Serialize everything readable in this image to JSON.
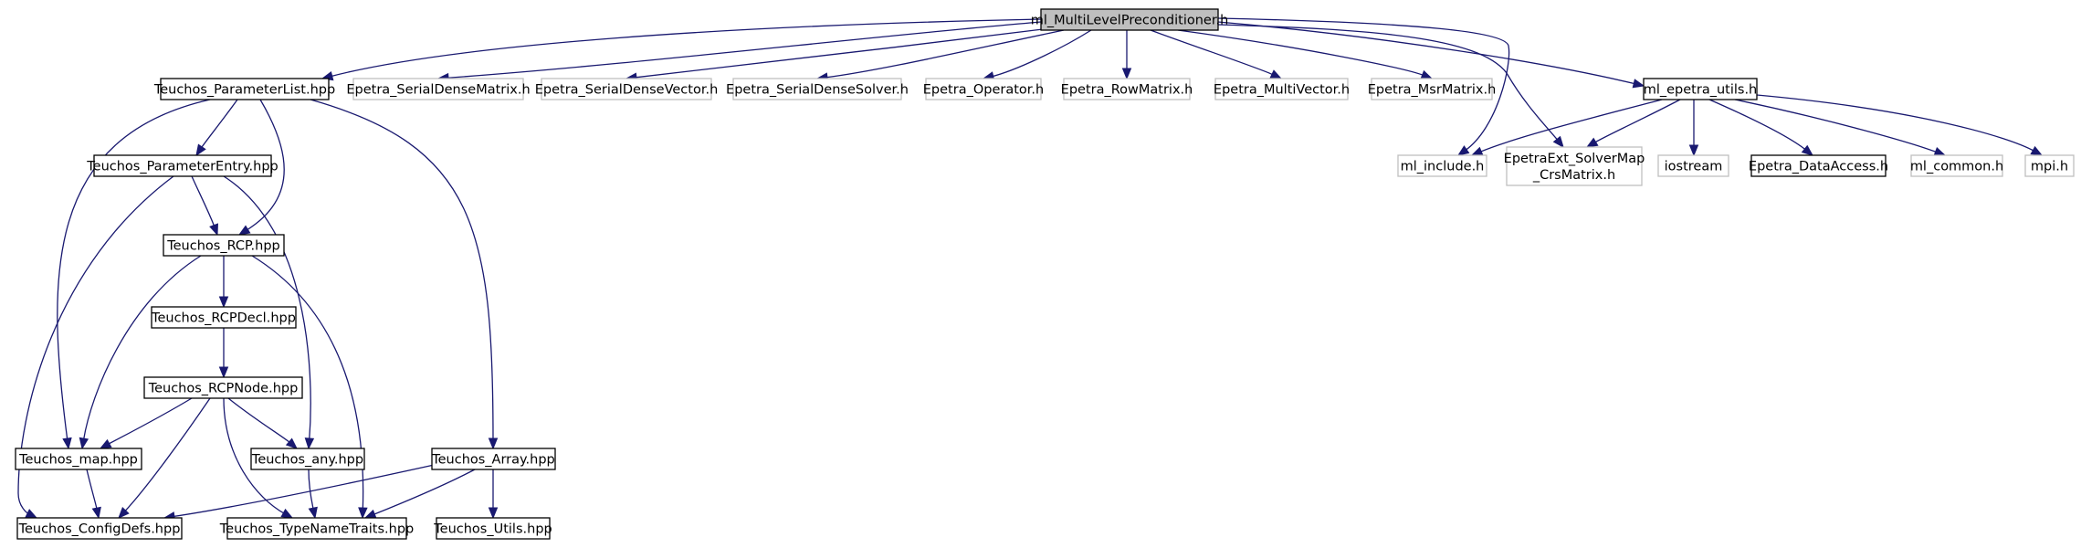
{
  "diagram": {
    "title": "ml_MultiLevelPreconditioner.h",
    "colors": {
      "edge": "#191970",
      "root_fill": "#bfbfbf",
      "documented_border": "#000000",
      "external_border": "#bfbfbf"
    },
    "nodes": [
      {
        "id": "root",
        "kind": "root",
        "lines": [
          "ml_MultiLevelPreconditioner.h"
        ]
      },
      {
        "id": "tpl",
        "kind": "doc",
        "lines": [
          "Teuchos_ParameterList.hpp"
        ]
      },
      {
        "id": "sdm",
        "kind": "ext",
        "lines": [
          "Epetra_SerialDenseMatrix.h"
        ]
      },
      {
        "id": "sdv",
        "kind": "ext",
        "lines": [
          "Epetra_SerialDenseVector.h"
        ]
      },
      {
        "id": "sds",
        "kind": "ext",
        "lines": [
          "Epetra_SerialDenseSolver.h"
        ]
      },
      {
        "id": "op",
        "kind": "ext",
        "lines": [
          "Epetra_Operator.h"
        ]
      },
      {
        "id": "rm",
        "kind": "ext",
        "lines": [
          "Epetra_RowMatrix.h"
        ]
      },
      {
        "id": "mv",
        "kind": "ext",
        "lines": [
          "Epetra_MultiVector.h"
        ]
      },
      {
        "id": "msr",
        "kind": "ext",
        "lines": [
          "Epetra_MsrMatrix.h"
        ]
      },
      {
        "id": "meu",
        "kind": "doc",
        "lines": [
          "ml_epetra_utils.h"
        ]
      },
      {
        "id": "mli",
        "kind": "ext",
        "lines": [
          "ml_include.h"
        ]
      },
      {
        "id": "esm",
        "kind": "ext",
        "lines": [
          "EpetraExt_SolverMap",
          "_CrsMatrix.h"
        ]
      },
      {
        "id": "ios",
        "kind": "ext",
        "lines": [
          "iostream"
        ]
      },
      {
        "id": "eda",
        "kind": "doc",
        "lines": [
          "Epetra_DataAccess.h"
        ]
      },
      {
        "id": "mlc",
        "kind": "ext",
        "lines": [
          "ml_common.h"
        ]
      },
      {
        "id": "mpi",
        "kind": "ext",
        "lines": [
          "mpi.h"
        ]
      },
      {
        "id": "tpe",
        "kind": "doc",
        "lines": [
          "Teuchos_ParameterEntry.hpp"
        ]
      },
      {
        "id": "rcp",
        "kind": "doc",
        "lines": [
          "Teuchos_RCP.hpp"
        ]
      },
      {
        "id": "rcpd",
        "kind": "doc",
        "lines": [
          "Teuchos_RCPDecl.hpp"
        ]
      },
      {
        "id": "rcpn",
        "kind": "doc",
        "lines": [
          "Teuchos_RCPNode.hpp"
        ]
      },
      {
        "id": "map",
        "kind": "doc",
        "lines": [
          "Teuchos_map.hpp"
        ]
      },
      {
        "id": "any",
        "kind": "doc",
        "lines": [
          "Teuchos_any.hpp"
        ]
      },
      {
        "id": "arr",
        "kind": "doc",
        "lines": [
          "Teuchos_Array.hpp"
        ]
      },
      {
        "id": "cfg",
        "kind": "doc",
        "lines": [
          "Teuchos_ConfigDefs.hpp"
        ]
      },
      {
        "id": "tnt",
        "kind": "doc",
        "lines": [
          "Teuchos_TypeNameTraits.hpp"
        ]
      },
      {
        "id": "utl",
        "kind": "doc",
        "lines": [
          "Teuchos_Utils.hpp"
        ]
      }
    ],
    "edges": [
      {
        "from": "root",
        "to": "tpl"
      },
      {
        "from": "root",
        "to": "sdm"
      },
      {
        "from": "root",
        "to": "sdv"
      },
      {
        "from": "root",
        "to": "sds"
      },
      {
        "from": "root",
        "to": "op"
      },
      {
        "from": "root",
        "to": "rm"
      },
      {
        "from": "root",
        "to": "mv"
      },
      {
        "from": "root",
        "to": "msr"
      },
      {
        "from": "root",
        "to": "meu"
      },
      {
        "from": "root",
        "to": "mli"
      },
      {
        "from": "root",
        "to": "esm"
      },
      {
        "from": "meu",
        "to": "mli"
      },
      {
        "from": "meu",
        "to": "esm"
      },
      {
        "from": "meu",
        "to": "ios"
      },
      {
        "from": "meu",
        "to": "eda"
      },
      {
        "from": "meu",
        "to": "mlc"
      },
      {
        "from": "meu",
        "to": "mpi"
      },
      {
        "from": "tpl",
        "to": "tpe"
      },
      {
        "from": "tpl",
        "to": "rcp"
      },
      {
        "from": "tpl",
        "to": "map"
      },
      {
        "from": "tpl",
        "to": "arr"
      },
      {
        "from": "tpe",
        "to": "rcp"
      },
      {
        "from": "tpe",
        "to": "any"
      },
      {
        "from": "tpe",
        "to": "cfg"
      },
      {
        "from": "rcp",
        "to": "rcpd"
      },
      {
        "from": "rcp",
        "to": "map"
      },
      {
        "from": "rcp",
        "to": "tnt"
      },
      {
        "from": "rcpd",
        "to": "rcpn"
      },
      {
        "from": "rcpn",
        "to": "map"
      },
      {
        "from": "rcpn",
        "to": "any"
      },
      {
        "from": "rcpn",
        "to": "cfg"
      },
      {
        "from": "rcpn",
        "to": "tnt"
      },
      {
        "from": "map",
        "to": "cfg"
      },
      {
        "from": "any",
        "to": "tnt"
      },
      {
        "from": "arr",
        "to": "cfg"
      },
      {
        "from": "arr",
        "to": "tnt"
      },
      {
        "from": "arr",
        "to": "utl"
      }
    ]
  }
}
